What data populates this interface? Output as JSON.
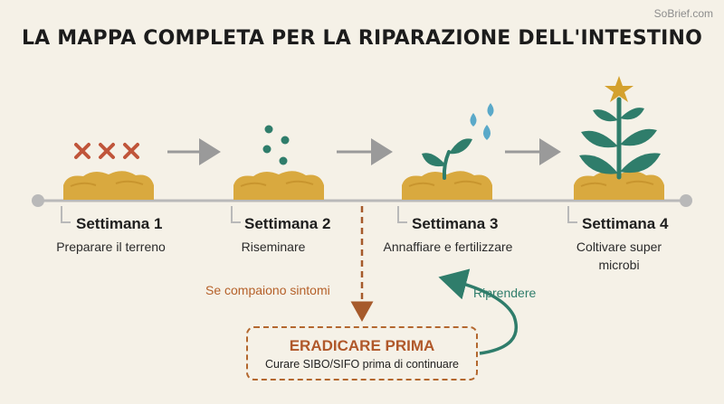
{
  "watermark": "SoBrief.com",
  "title": "LA MAPPA COMPLETA PER LA RIPARAZIONE DELL'INTESTINO",
  "weeks": [
    {
      "label": "Settimana 1",
      "description": "Preparare il terreno",
      "icon": "soil-with-crosses"
    },
    {
      "label": "Settimana 2",
      "description": "Riseminare",
      "icon": "soil-with-seeds"
    },
    {
      "label": "Settimana 3",
      "description": "Annaffiare e fertilizzare",
      "icon": "sprout-with-water-drops"
    },
    {
      "label": "Settimana 4",
      "description": "Coltivare super microbi",
      "icon": "plant-with-star"
    }
  ],
  "branch": {
    "trigger_label": "Se compaiono sintomi",
    "box_title": "ERADICARE PRIMA",
    "box_subtitle": "Curare SIBO/SIFO prima di continuare",
    "return_label": "Riprendere"
  },
  "colors": {
    "soil": "#d9a93f",
    "soil_dark": "#c8952e",
    "cross": "#c0553a",
    "seed": "#2f7d6b",
    "leaf": "#2f7d6b",
    "water": "#5aa9c9",
    "star": "#d4a12e",
    "arrow": "#9a9a9a",
    "timeline": "#b9b9b9",
    "branch": "#b3672e"
  }
}
